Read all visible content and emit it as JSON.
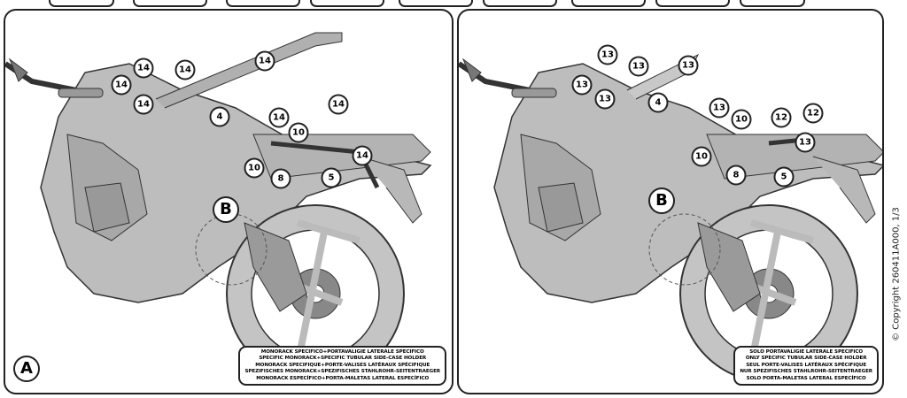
{
  "panels": [
    {
      "label": "A",
      "detail_label": "B",
      "caption": [
        "MONORACK SPECIFICO+PORTAVALIGIE LATERALE SPECIFICO",
        "SPECIFIC MONORACK+SPECIFIC TUBULAR SIDE-CASE HOLDER",
        "MONORACK SPECIFIQUE+PORTE-VALISES LATÉRAUX SPÉCIFIQUE",
        "SPEZIFISCHES MONORACK+SPEZIFISCHES STAHLROHR-SEITENTRAEGER",
        "MONORACK ESPECÍFICO+PORTA-MALETAS LATERAL ESPECÍFICO"
      ],
      "callouts": [
        "14",
        "14",
        "14",
        "14",
        "14",
        "14",
        "14",
        "14",
        "4",
        "10",
        "10",
        "8",
        "5"
      ]
    },
    {
      "detail_label": "B",
      "caption": [
        "SOLO PORTAVALIGIE LATERALE SPECIFICO",
        "ONLY SPECIFIC TUBULAR SIDE-CASE HOLDER",
        "SEUL PORTE-VALISES LATÉRAUX SPÉCIFIQUE",
        "NUR SPEZIFISCHES STAHLROHR-SEITENTRAEGER",
        "SOLO PORTA-MALETAS LATERAL ESPECÍFICO"
      ],
      "callouts": [
        "13",
        "13",
        "13",
        "13",
        "13",
        "13",
        "13",
        "4",
        "10",
        "10",
        "12",
        "12",
        "8",
        "5"
      ]
    }
  ],
  "copyright": "© Copyright 260411A000, 1/3"
}
